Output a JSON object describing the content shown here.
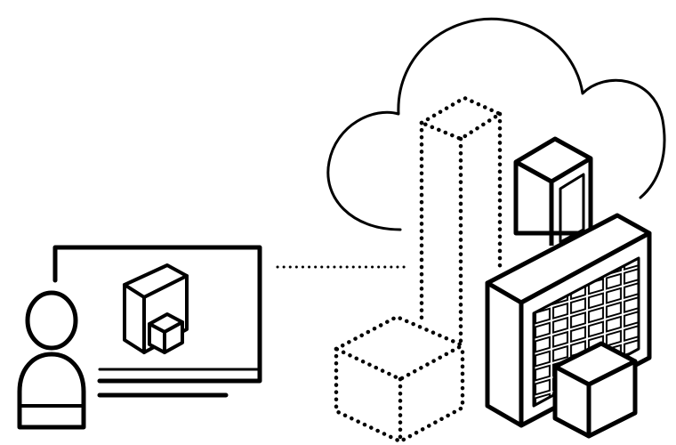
{
  "illustration": {
    "elements": [
      {
        "id": "cloud",
        "icon": "cloud-icon"
      },
      {
        "id": "user",
        "icon": "person-icon"
      },
      {
        "id": "monitor",
        "icon": "monitor-icon"
      },
      {
        "id": "screen-blocks",
        "icon": "cube-stack-icon"
      },
      {
        "id": "connection",
        "icon": "dotted-line-icon",
        "style": "dotted"
      },
      {
        "id": "planned-tower",
        "icon": "dotted-tower-icon",
        "style": "dotted"
      },
      {
        "id": "planned-block",
        "icon": "dotted-cube-icon",
        "style": "dotted"
      },
      {
        "id": "tall-tower",
        "icon": "tower-icon"
      },
      {
        "id": "office-building",
        "icon": "building-icon"
      },
      {
        "id": "small-box",
        "icon": "cube-icon"
      }
    ],
    "colors": {
      "stroke": "#000000",
      "fill": "#ffffff",
      "background": "#ffffff"
    }
  }
}
